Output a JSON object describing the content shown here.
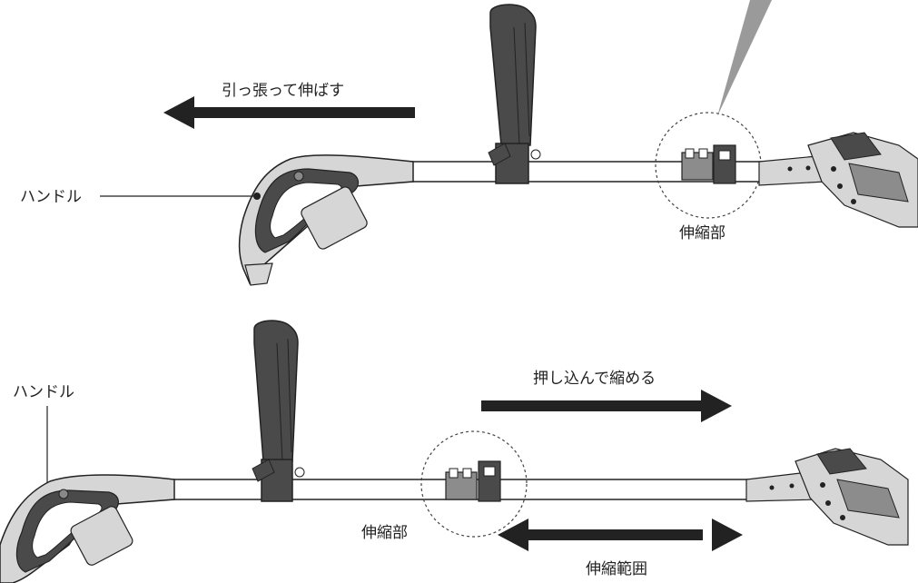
{
  "labels": {
    "pull_extend": "引っ張って伸ばす",
    "handle_top": "ハンドル",
    "telescopic_part_top": "伸縮部",
    "push_retract": "押し込んで縮める",
    "handle_bottom": "ハンドル",
    "telescopic_part_bottom": "伸縮部",
    "telescopic_range": "伸縮範囲"
  },
  "colors": {
    "ink": "#222222",
    "dark_part": "#4a4a4a",
    "mid_part": "#8c8c8c",
    "light_part": "#d6d6d6",
    "pointer_beam": "#9a9a9a"
  }
}
